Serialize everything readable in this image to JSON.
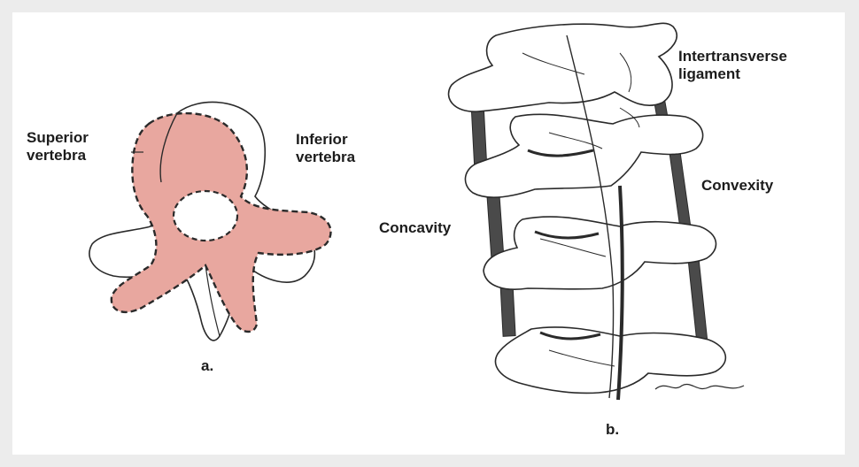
{
  "figure_a": {
    "superior_label_line1": "Superior",
    "superior_label_line2": "vertebra",
    "inferior_label_line1": "Inferior",
    "inferior_label_line2": "vertebra",
    "panel_label": "a."
  },
  "figure_b": {
    "ligament_label_line1": "Intertransverse",
    "ligament_label_line2": "ligament",
    "convexity_label": "Convexity",
    "concavity_label": "Concavity",
    "panel_label": "b."
  },
  "colors": {
    "superior_fill": "#e8a79f",
    "outline": "#2a2a2a",
    "ligament": "#3a3a3a"
  }
}
